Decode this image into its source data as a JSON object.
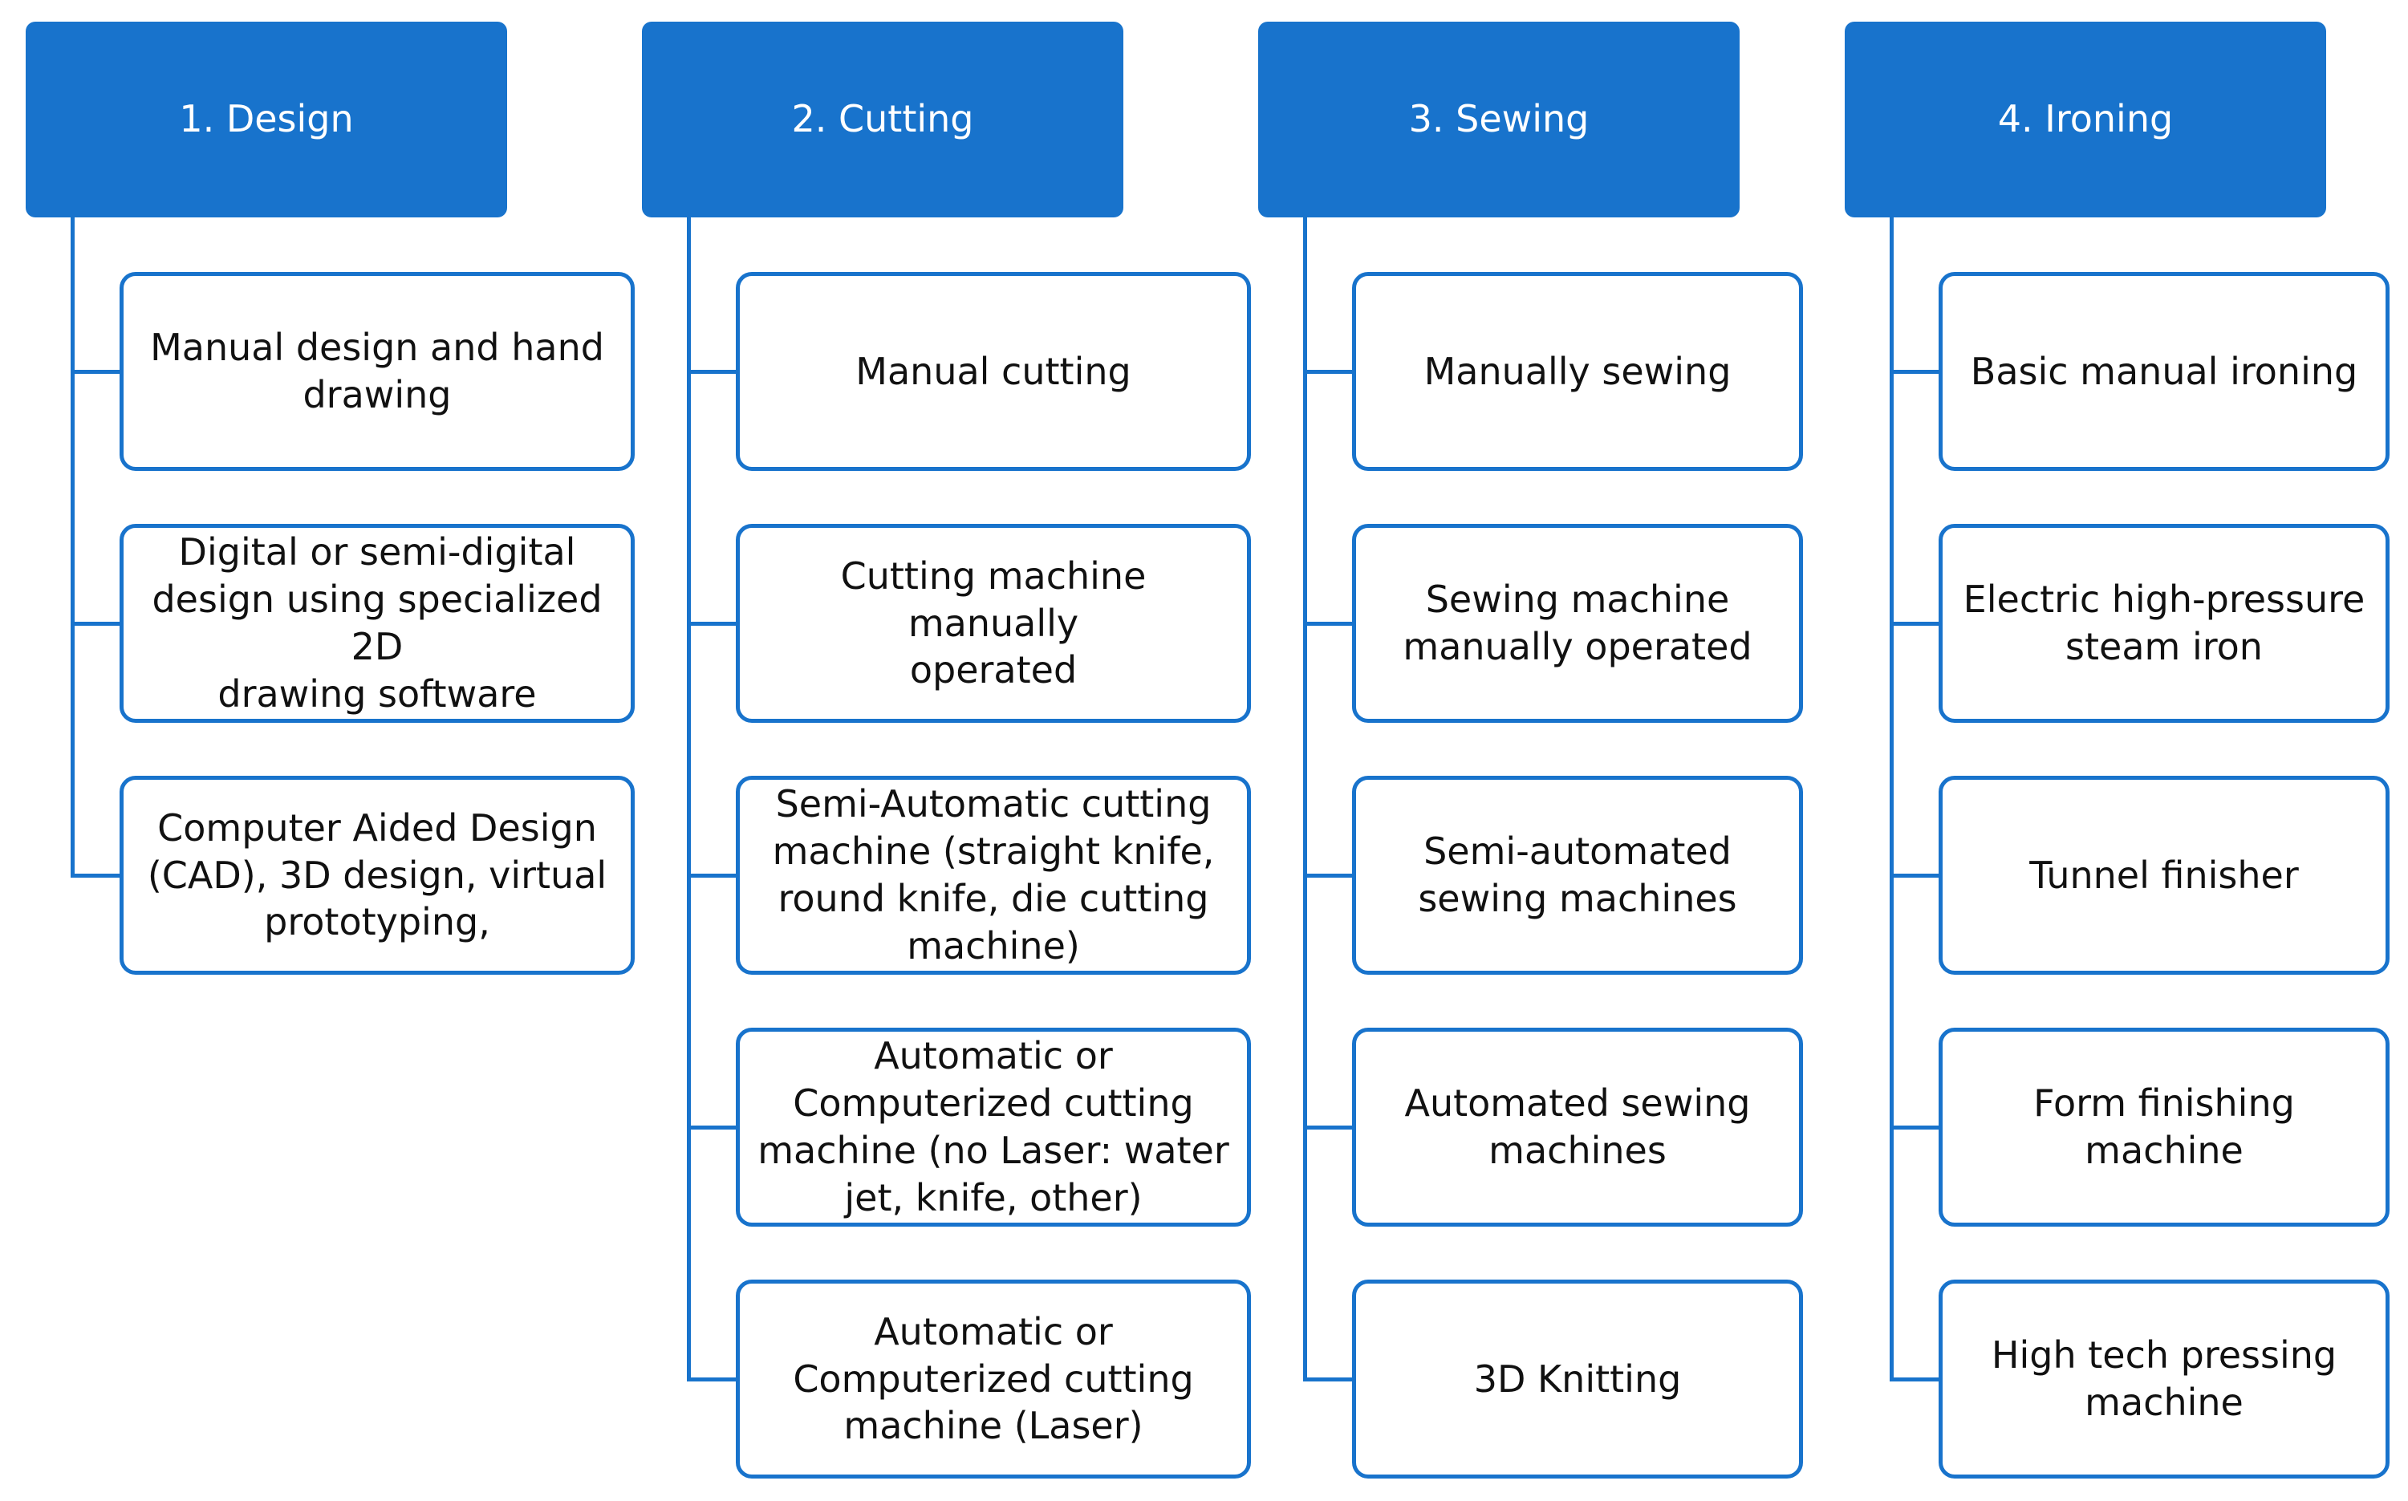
{
  "columns": [
    {
      "title": "1. Design",
      "items": [
        "Manual design and hand\ndrawing",
        "Digital or semi-digital\ndesign using specialized 2D\ndrawing software",
        "Computer Aided Design\n(CAD), 3D design, virtual\nprototyping,"
      ]
    },
    {
      "title": "2. Cutting",
      "items": [
        "Manual cutting",
        "Cutting machine manually\noperated",
        "Semi-Automatic cutting\nmachine (straight knife,\nround knife, die cutting\nmachine)",
        "Automatic or\nComputerized cutting\nmachine (no Laser: water\njet, knife, other)",
        "Automatic or\nComputerized cutting\nmachine (Laser)"
      ]
    },
    {
      "title": "3. Sewing",
      "items": [
        "Manually sewing",
        "Sewing machine\nmanually operated",
        "Semi-automated\nsewing machines",
        "Automated sewing\nmachines",
        "3D Knitting"
      ]
    },
    {
      "title": "4. Ironing",
      "items": [
        "Basic manual ironing",
        "Electric high-pressure\nsteam iron",
        "Tunnel finisher",
        "Form finishing machine",
        "High tech pressing\nmachine"
      ]
    }
  ],
  "colors": {
    "accent": "#1873cc",
    "header_text": "#ffffff",
    "box_text": "#111111"
  }
}
